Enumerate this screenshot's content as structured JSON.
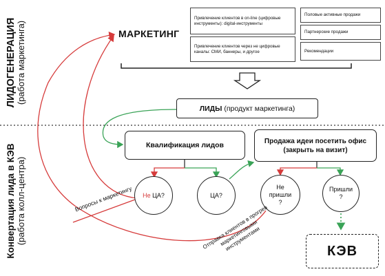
{
  "side_labels": {
    "top_main": "ЛИДОГЕНЕРАЦИЯ",
    "top_sub": "(работа маркетинга)",
    "bottom_main": "Конвертация лида в КЭВ",
    "bottom_sub": "(работа колл-центра)"
  },
  "marketing": {
    "title": "МАРКЕТИНГ"
  },
  "channels": {
    "online": "Привлечение клиентов в on-line (цифровые инструменты): digital-инструменты",
    "offline": "Привлечение клиентов через не цифровые каналы: СМИ, баннеры, и другое",
    "sexual": "Половые активные продажи",
    "partner": "Партнерские продажи",
    "recommend": "Рекомендации"
  },
  "leads": {
    "bold": "ЛИДЫ",
    "rest": " (продукт маркетинга)"
  },
  "qualification": "Квалификация лидов",
  "sell_idea": "Продажа идеи посетить офис (закрыть на визит)",
  "circles": {
    "not_ca_prefix": "Не",
    "not_ca_suffix": " ЦА?",
    "ca": "ЦА?",
    "not_came": "Не пришли ?",
    "came": "Пришли ?"
  },
  "notes": {
    "questions": "Вопросы к маркетингу",
    "sending": "Отправка клиентов в прогрев маркетинговыми инструментами"
  },
  "kev": "КЭВ",
  "colors": {
    "red": "#d63b3b",
    "green": "#3aa357",
    "dark": "#222222"
  }
}
